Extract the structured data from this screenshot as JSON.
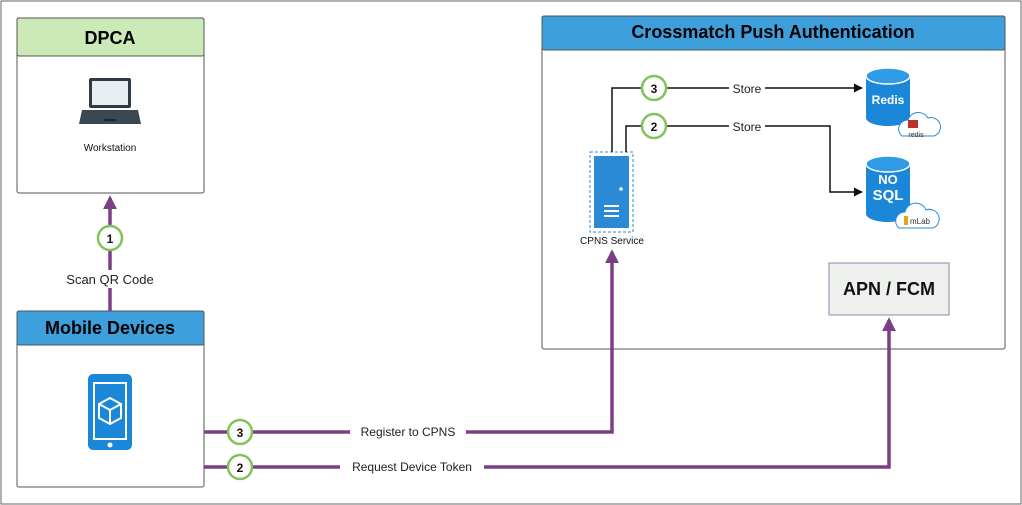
{
  "dpca": {
    "title": "DPCA",
    "workstation_label": "Workstation"
  },
  "mobile": {
    "title": "Mobile Devices"
  },
  "cpa": {
    "title": "Crossmatch Push Authentication",
    "service_label": "CPNS Service",
    "apn_fcm_label": "APN / FCM",
    "redis_logo_text": "Redis",
    "redis_badge_text": "redis",
    "nosql_logo_text_line1": "NO",
    "nosql_logo_text_line2": "SQL",
    "mlab_badge_text": "mLab"
  },
  "flows": {
    "scan_qr": {
      "step": "1",
      "label": "Scan QR Code"
    },
    "register": {
      "step": "3",
      "label": "Register to CPNS"
    },
    "request_token": {
      "step": "2",
      "label": "Request Device Token"
    },
    "store_redis": {
      "step": "3",
      "label": "Store"
    },
    "store_nosql": {
      "step": "2",
      "label": "Store"
    }
  },
  "colors": {
    "arrow_purple": "#7b3f86",
    "header_blue": "#3d9fdc",
    "header_green": "#cce9b8",
    "step_green": "#7fc35a",
    "device_blue": "#1b87d8"
  }
}
